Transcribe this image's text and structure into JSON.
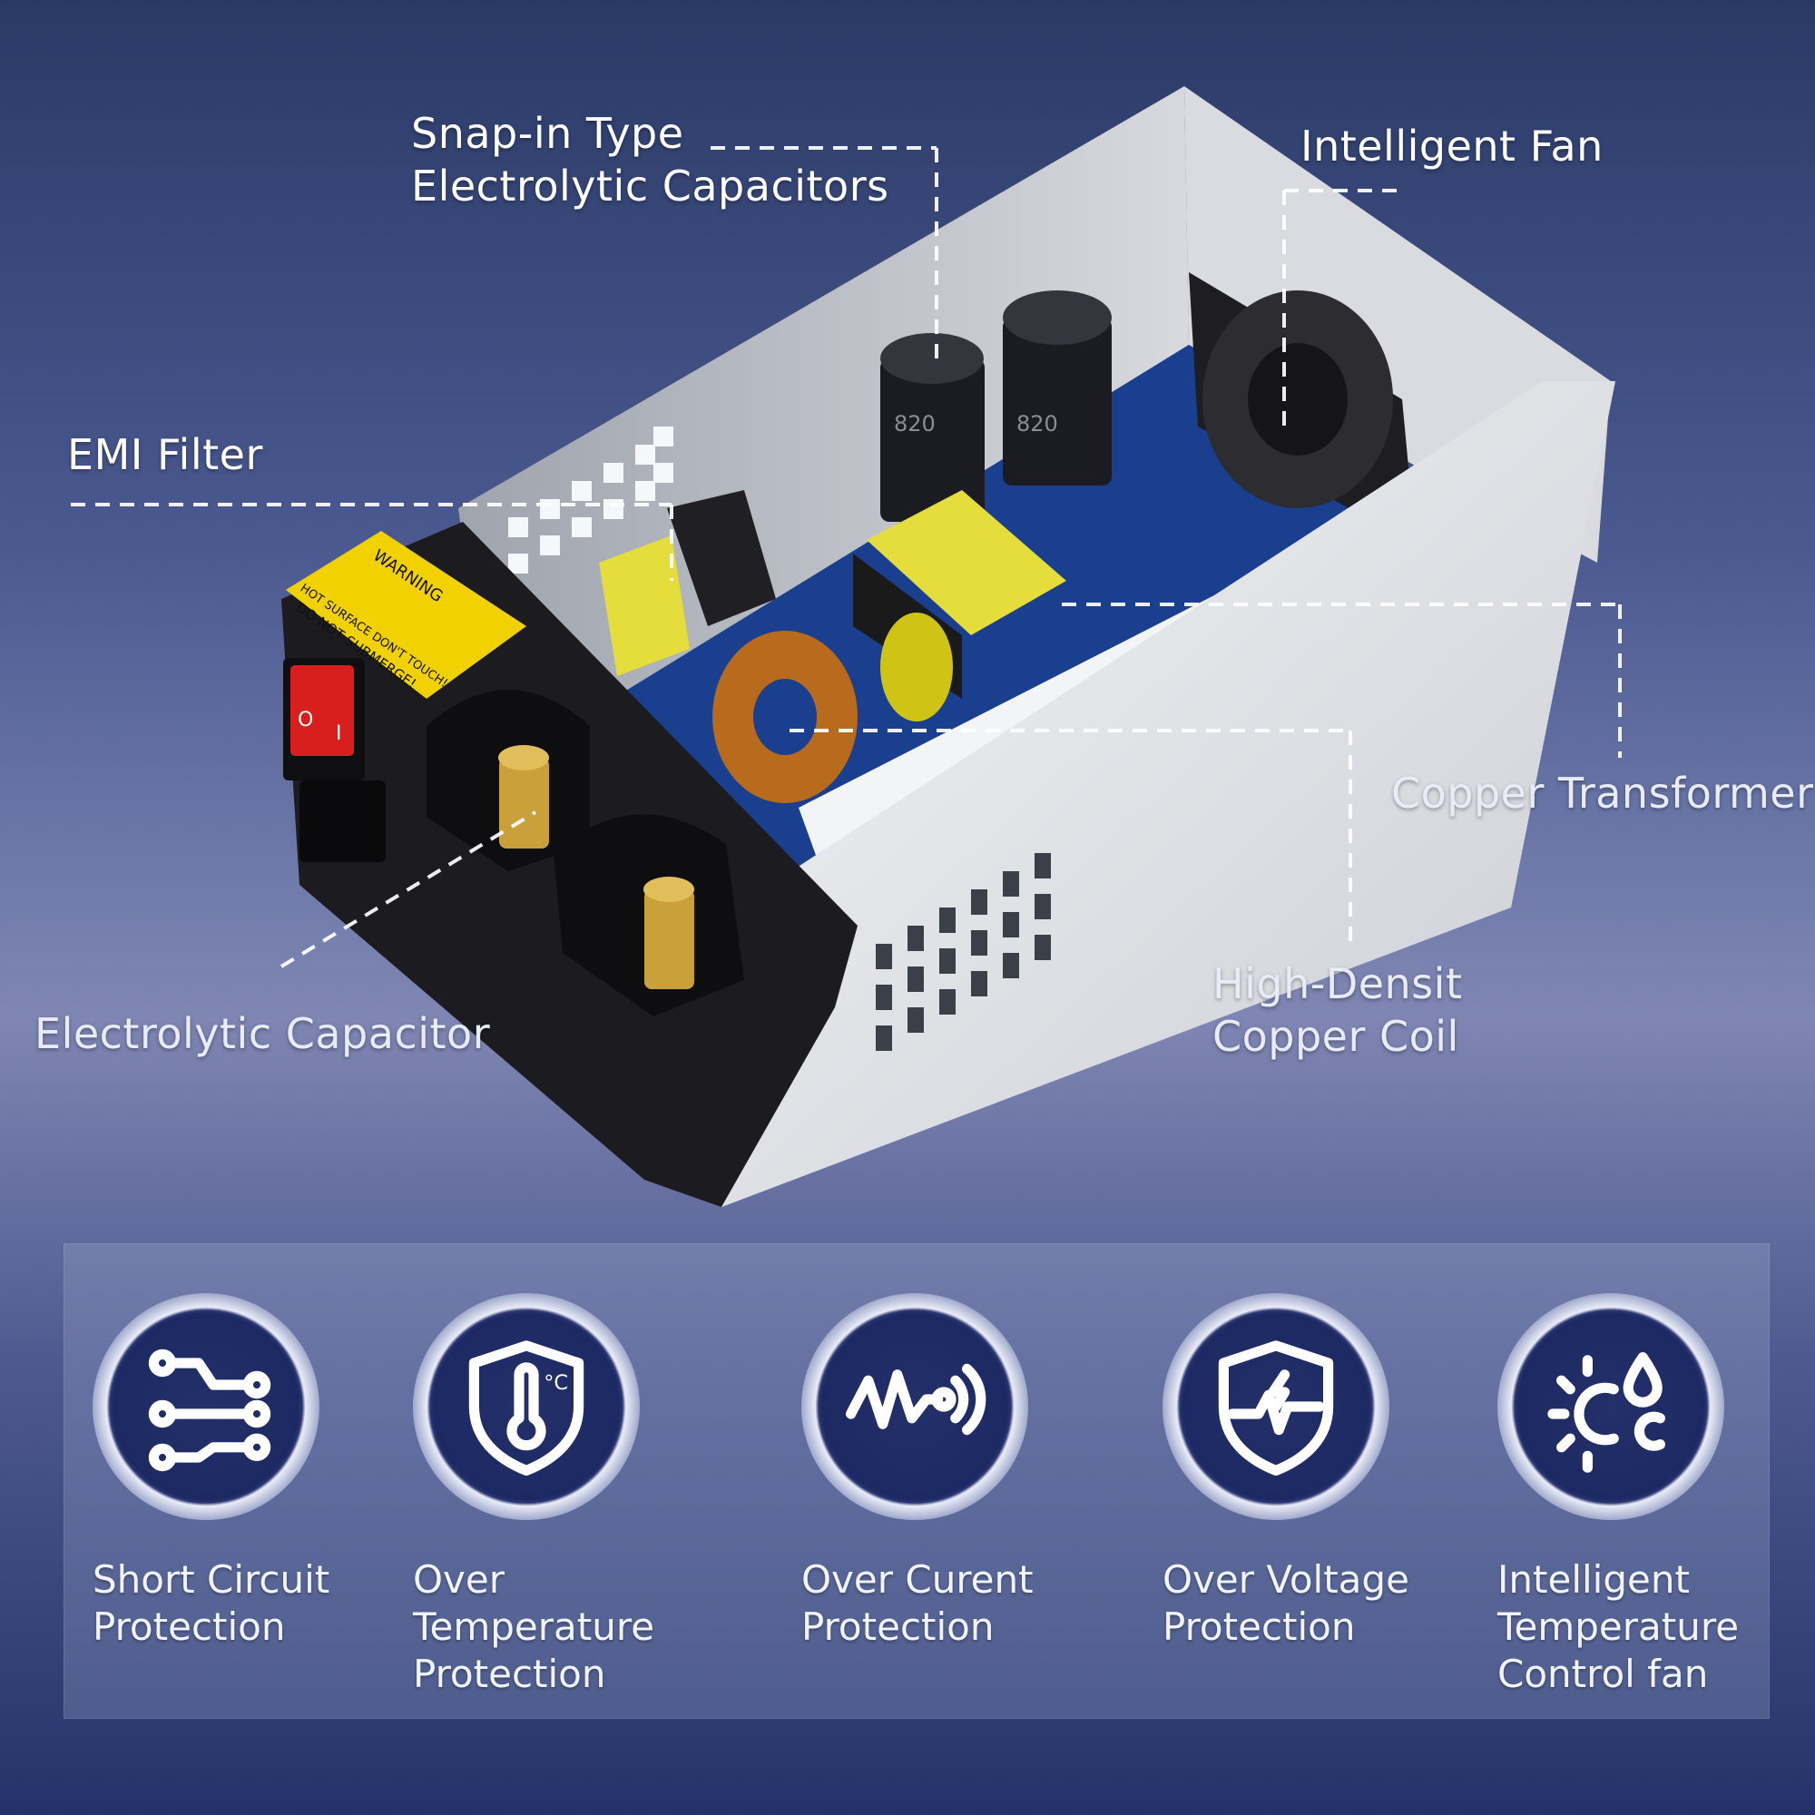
{
  "callouts": {
    "snap_in_line1": "Snap-in Type",
    "snap_in_line2": "Electrolytic Capacitors",
    "intelligent_fan": "Intelligent Fan",
    "emi_filter": "EMI Filter",
    "copper_transformer": "Copper Transformer",
    "coil_line1": "High-Densit",
    "coil_line2": "Copper Coil",
    "electrolytic_capacitor": "Electrolytic Capacitor"
  },
  "product_markings": {
    "warning": "WARNING",
    "hot_surface": "HOT SURFACE DON'T TOUCH!",
    "do_not_submerge": "DO NOT SUBMERGE!",
    "capacitor_value": "820",
    "switch_on": "I",
    "switch_off": "O"
  },
  "features": [
    {
      "icon": "short-circuit-icon",
      "line1": "Short Circuit",
      "line2": "Protection",
      "line3": ""
    },
    {
      "icon": "thermometer-shield-icon",
      "line1": "Over Temperature",
      "line2": "Protection",
      "line3": ""
    },
    {
      "icon": "current-wave-icon",
      "line1": "Over Curent",
      "line2": "Protection",
      "line3": ""
    },
    {
      "icon": "voltage-shield-icon",
      "line1": "Over Voltage",
      "line2": "Protection",
      "line3": ""
    },
    {
      "icon": "sun-drop-celsius-icon",
      "line1": "Intelligent",
      "line2": "Temperature",
      "line3": "Control fan"
    }
  ],
  "colors": {
    "warning_label": "#f2d100",
    "pcb": "#1b3f8f",
    "rocker_switch": "#d91e1e",
    "brass_terminal": "#c9a03a",
    "chassis": "#e6e7ea"
  }
}
